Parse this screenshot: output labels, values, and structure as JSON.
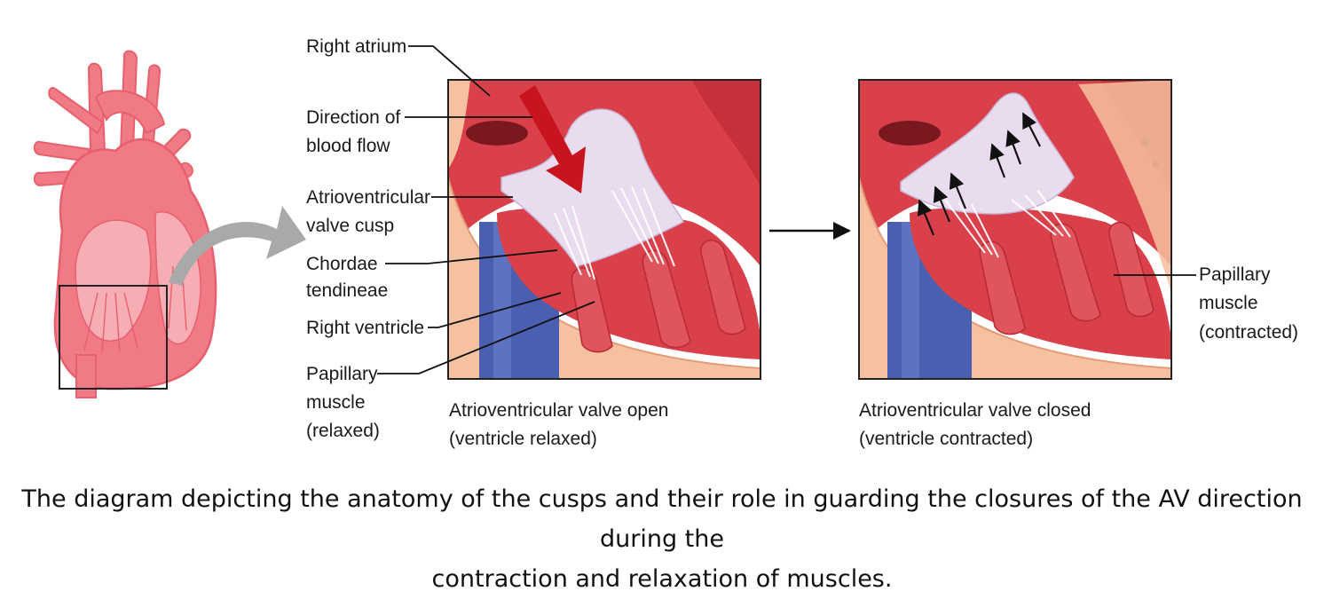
{
  "labels": {
    "right_atrium": "Right atrium",
    "direction_line1": "Direction of",
    "direction_line2": "blood flow",
    "cusp_line1": "Atrioventricular",
    "cusp_line2": "valve cusp",
    "chordae_line1": "Chordae",
    "chordae_line2": "tendineae",
    "right_ventricle": "Right ventricle",
    "papillary_relaxed_line1": "Papillary",
    "papillary_relaxed_line2": "muscle",
    "papillary_relaxed_line3": "(relaxed)",
    "papillary_contracted_line1": "Papillary",
    "papillary_contracted_line2": "muscle",
    "papillary_contracted_line3": "(contracted)"
  },
  "panels": {
    "open_line1": "Atrioventricular valve open",
    "open_line2": "(ventricle relaxed)",
    "closed_line1": "Atrioventricular valve closed",
    "closed_line2": "(ventricle contracted)"
  },
  "caption": {
    "line1": "The diagram depicting the anatomy of the cusps and their role in guarding the closures of the AV direction during the",
    "line2": "contraction and relaxation of muscles."
  },
  "colors": {
    "heart_pink": "#f07a86",
    "heart_outline": "#e8606e",
    "muscle_red": "#d9404a",
    "tissue_peach": "#f6c1a0",
    "vessel_blue": "#4a5fb0",
    "valve_lavender": "#e9dcef",
    "flow_arrow": "#c8141e",
    "pointer_gray": "#a9a9a9"
  }
}
